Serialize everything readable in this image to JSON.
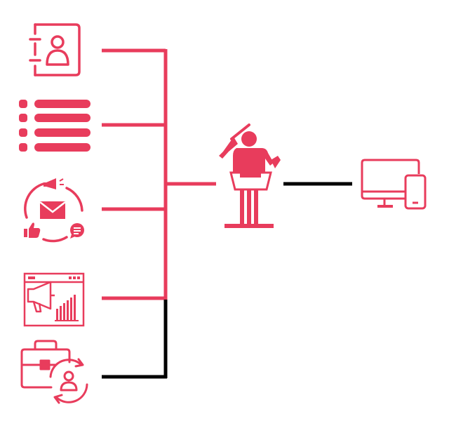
{
  "colors": {
    "accent": "#e83c5c",
    "connector_dark": "#000000",
    "background": "#ffffff"
  },
  "diagram": {
    "sources": [
      {
        "icon": "contact-book-icon",
        "connector_color": "accent"
      },
      {
        "icon": "bulleted-list-icon",
        "connector_color": "accent"
      },
      {
        "icon": "email-marketing-cycle-icon",
        "connector_color": "accent"
      },
      {
        "icon": "web-analytics-campaign-icon",
        "connector_color": "accent"
      },
      {
        "icon": "briefcase-user-sync-icon",
        "connector_color": "connector_dark"
      }
    ],
    "hub": {
      "icon": "conductor-podium-icon"
    },
    "target": {
      "icon": "desktop-mobile-devices-icon",
      "connector_color": "connector_dark"
    }
  }
}
